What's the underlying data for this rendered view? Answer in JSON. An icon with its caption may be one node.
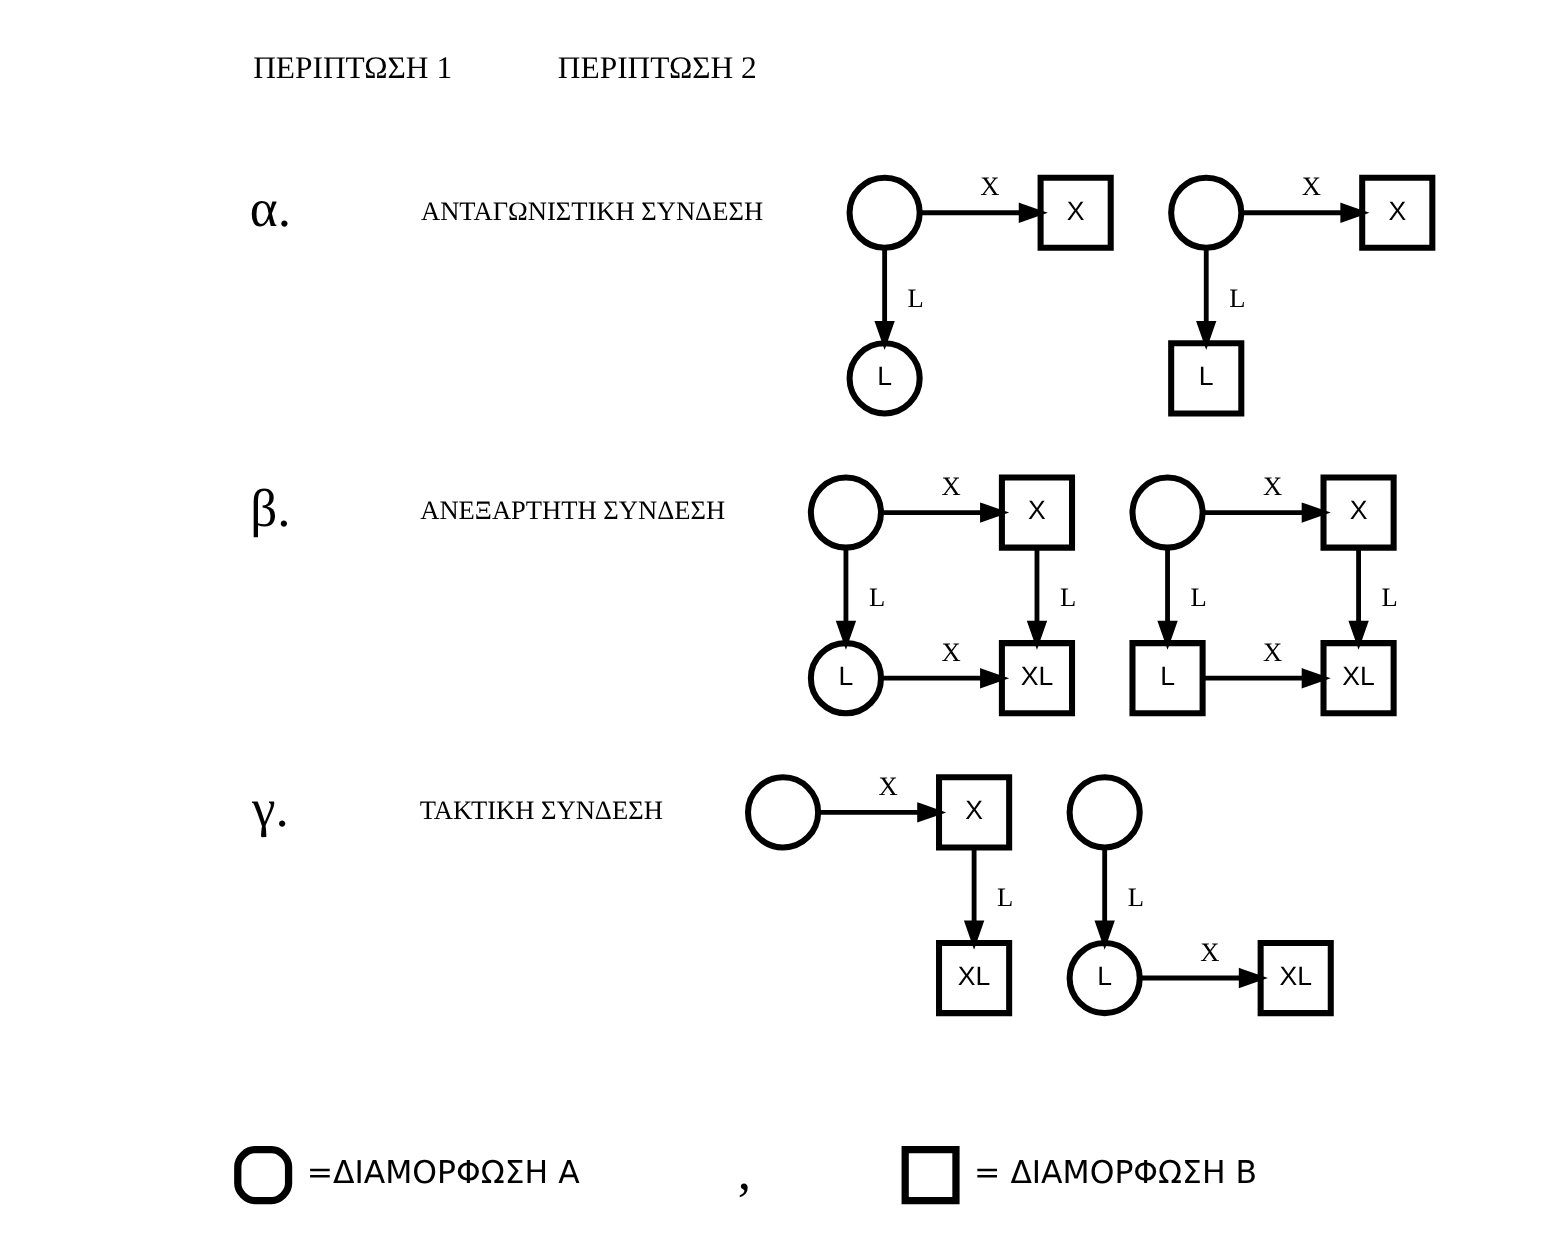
{
  "diagram": {
    "nodes": [
      {
        "text": [],
        "shape": "circle"
      },
      {
        "text": [
          "X"
        ]
      },
      {
        "text": [],
        "shape": "circle"
      },
      {
        "text": [
          "X"
        ]
      },
      {
        "text": [
          "L"
        ]
      },
      {
        "text": [
          "L"
        ]
      },
      {
        "text": [],
        "shape": "circle"
      },
      {
        "text": [
          "X"
        ]
      },
      {
        "text": [],
        "shape": "circle"
      },
      {
        "text": [
          "X"
        ]
      },
      {
        "text": [
          "L"
        ]
      },
      {
        "text": [
          "XL"
        ]
      },
      {
        "text": [
          "L"
        ]
      },
      {
        "text": [
          "XL"
        ]
      },
      {
        "text": [],
        "shape": "circle"
      },
      {
        "text": [
          "X"
        ]
      },
      {
        "text": [],
        "shape": "circle"
      },
      {
        "text": [
          "XL"
        ]
      },
      {
        "text": [
          "L"
        ]
      },
      {
        "text": [
          "XL"
        ]
      }
    ],
    "edges": [
      {
        "from": 0,
        "to": 1,
        "arrow": "to",
        "label": "X"
      },
      {
        "from": 0,
        "to": 4,
        "arrow": "to",
        "label": "L"
      },
      {
        "from": 2,
        "to": 3,
        "arrow": "to",
        "label": "X"
      },
      {
        "from": 2,
        "to": 5,
        "arrow": "to",
        "label": "L"
      },
      {
        "from": 6,
        "to": 7,
        "arrow": "to",
        "label": "X"
      },
      {
        "from": 6,
        "to": 10,
        "arrow": "to",
        "label": "L"
      },
      {
        "from": 7,
        "to": 11,
        "arrow": "to",
        "label": "L"
      },
      {
        "from": 10,
        "to": 11,
        "arrow": "to",
        "label": "X"
      },
      {
        "from": 8,
        "to": 9,
        "arrow": "to",
        "label": "X"
      },
      {
        "from": 8,
        "to": 12,
        "arrow": "to",
        "label": "L"
      },
      {
        "from": 9,
        "to": 13,
        "arrow": "to",
        "label": "L"
      },
      {
        "from": 12,
        "to": 13,
        "arrow": "to",
        "label": "X"
      },
      {
        "from": 14,
        "to": 15,
        "arrow": "to",
        "label": "X"
      },
      {
        "from": 15,
        "to": 17,
        "arrow": "to",
        "label": "L"
      },
      {
        "from": 16,
        "to": 18,
        "arrow": "to",
        "label": "L"
      },
      {
        "from": 18,
        "to": 19,
        "arrow": "to",
        "label": "X"
      }
    ],
    "labels": [
      "ΠΕΡΙΠΤΩΣΗ 1",
      "ΠΕΡΙΠΤΩΣΗ 2",
      "α.",
      "ΑΝΤΑΓΩΝΙΣΤΙΚΗ ΣΥΝΔΕΣΗ",
      "β.",
      "ΑΝΕΞΑΡΤΗΤΗ ΣΥΝΔΕΣΗ",
      "γ.",
      "ΤΑΚΤΙΚΗ ΣΥΝΔΕΣΗ",
      ","
    ],
    "legend": [
      {
        "text": "=ΔΙΑΜΟΡΦΩΣΗ Α"
      },
      {
        "text": "= ΔΙΑΜΟΡΦΩΣΗ Β"
      }
    ]
  }
}
